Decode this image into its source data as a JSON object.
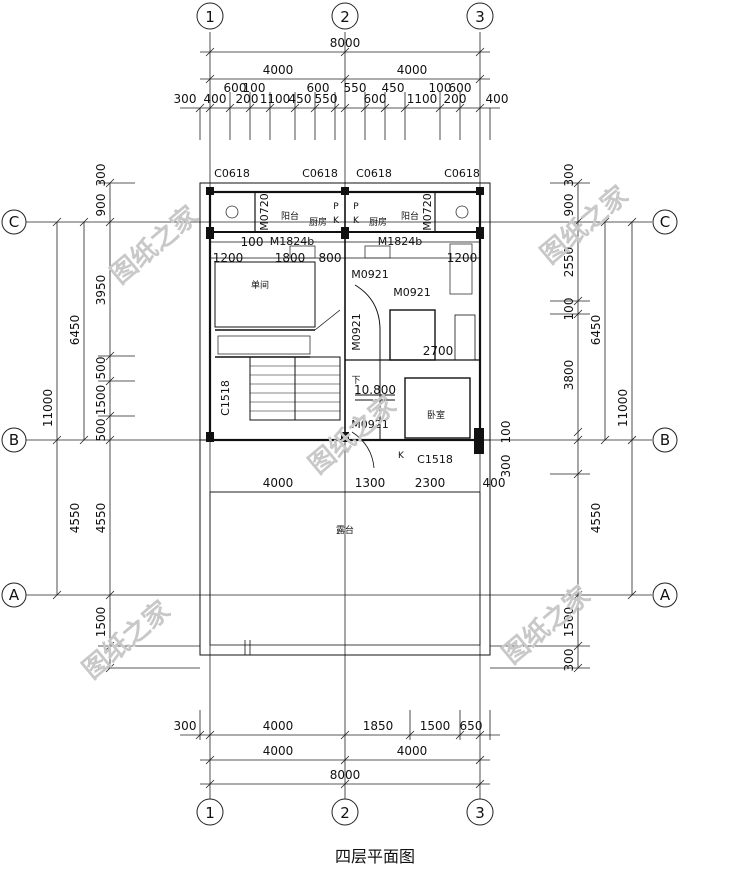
{
  "title": "四层平面图",
  "watermark": "图纸之家",
  "axes": {
    "columns": [
      "1",
      "2",
      "3"
    ],
    "rows": [
      "C",
      "B",
      "A"
    ]
  },
  "dims": {
    "top_total": "8000",
    "top_half_left": "4000",
    "top_half_right": "4000",
    "top_detail_row1": [
      "600",
      "100",
      "600",
      "550",
      "450",
      "100",
      "600"
    ],
    "top_detail_row2": [
      "300",
      "400",
      "200",
      "1100",
      "450",
      "550",
      "600",
      "1100",
      "200",
      "400"
    ],
    "bottom_detail": [
      "300",
      "4000",
      "1850",
      "1500",
      "650"
    ],
    "bottom_half_left": "4000",
    "bottom_half_right": "4000",
    "bottom_total": "8000",
    "left_outer": [
      "11000",
      "4550"
    ],
    "left_mid": [
      "6450"
    ],
    "left_inner": [
      "300",
      "900",
      "3950",
      "500",
      "1500",
      "500",
      "4550",
      "1500"
    ],
    "right_outer": [
      "11000",
      "4550"
    ],
    "right_mid": [
      "6450"
    ],
    "right_inner": [
      "300",
      "900",
      "2550",
      "100",
      "3800",
      "100",
      "300",
      "400",
      "1500",
      "300"
    ],
    "interior": [
      "4000",
      "1300",
      "2300",
      "2700",
      "1200",
      "100",
      "1800",
      "800",
      "1200",
      "10.800"
    ]
  },
  "labels": {
    "windows": [
      "C0618",
      "C0618",
      "C0618",
      "C0618",
      "C1518",
      "C1518"
    ],
    "doors": [
      "M1824b",
      "M1824b",
      "M0921",
      "M0921",
      "M0921",
      "M0921",
      "M0720",
      "M0720"
    ],
    "rooms": [
      "阳台",
      "厨房",
      "厨房",
      "阳台",
      "单间",
      "卧室",
      "露台"
    ],
    "marks": [
      "下",
      "P",
      "P",
      "K",
      "K",
      "K"
    ]
  }
}
